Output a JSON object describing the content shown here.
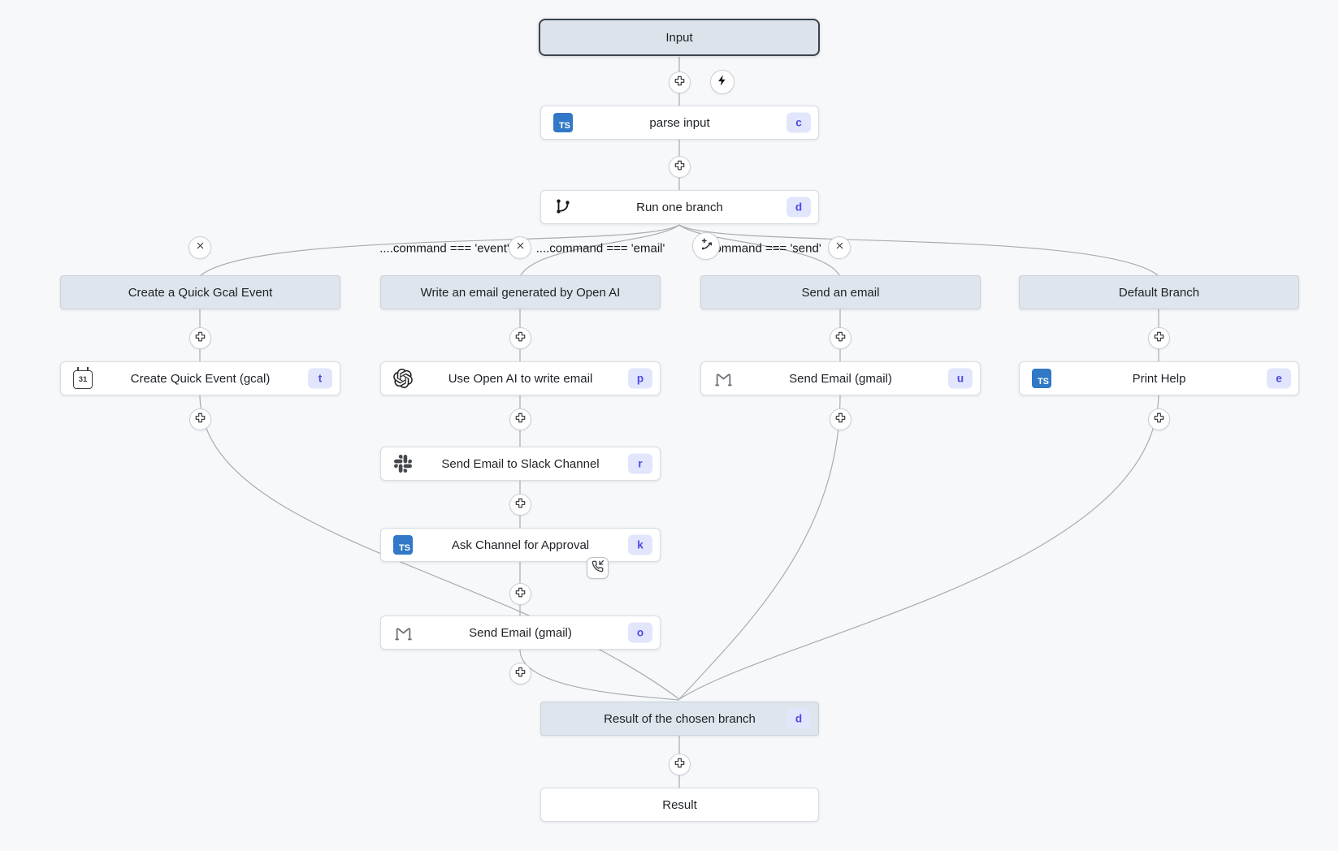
{
  "canvas": {
    "bg": "#f7f8fa"
  },
  "colors": {
    "badge_bg": "#e2e6fc",
    "badge_text": "#4f46e5",
    "typescript_blue": "#3178c6",
    "header_node_bg": "#dee5ec",
    "node_bg": "#ffffff",
    "edge": "#a7acb1",
    "selected_border": "#3a434d"
  },
  "icons": {
    "typescript_text": "TS",
    "calendar_text": "31"
  },
  "flow": {
    "input": {
      "label": "Input"
    },
    "steps_main": {
      "parse": {
        "label": "parse input",
        "badge": "c",
        "icon": "typescript-icon"
      },
      "run_one_branch": {
        "label": "Run one branch",
        "badge": "d",
        "icon": "git-branch-icon"
      }
    },
    "conditions": [
      {
        "expr": "....command === 'event'"
      },
      {
        "expr": "....command === 'email'"
      },
      {
        "expr": "....command === 'send'"
      }
    ],
    "branches": [
      {
        "header": "Create a Quick Gcal Event",
        "steps": [
          {
            "label": "Create Quick Event (gcal)",
            "badge": "t",
            "icon": "calendar-icon"
          }
        ]
      },
      {
        "header": "Write an email generated by Open AI",
        "steps": [
          {
            "label": "Use Open AI to write email",
            "badge": "p",
            "icon": "openai-icon"
          },
          {
            "label": "Send Email to Slack Channel",
            "badge": "r",
            "icon": "slack-icon"
          },
          {
            "label": "Ask Channel for Approval",
            "badge": "k",
            "icon": "typescript-icon",
            "attachment": "phone-incoming-icon"
          },
          {
            "label": "Send Email (gmail)",
            "badge": "o",
            "icon": "gmail-icon"
          }
        ]
      },
      {
        "header": "Send an email",
        "steps": [
          {
            "label": "Send Email (gmail)",
            "badge": "u",
            "icon": "gmail-icon"
          }
        ]
      },
      {
        "header": "Default Branch",
        "steps": [
          {
            "label": "Print Help",
            "badge": "e",
            "icon": "typescript-icon"
          }
        ]
      }
    ],
    "result_branch": {
      "label": "Result of the chosen branch",
      "badge": "d"
    },
    "result": {
      "label": "Result"
    }
  }
}
